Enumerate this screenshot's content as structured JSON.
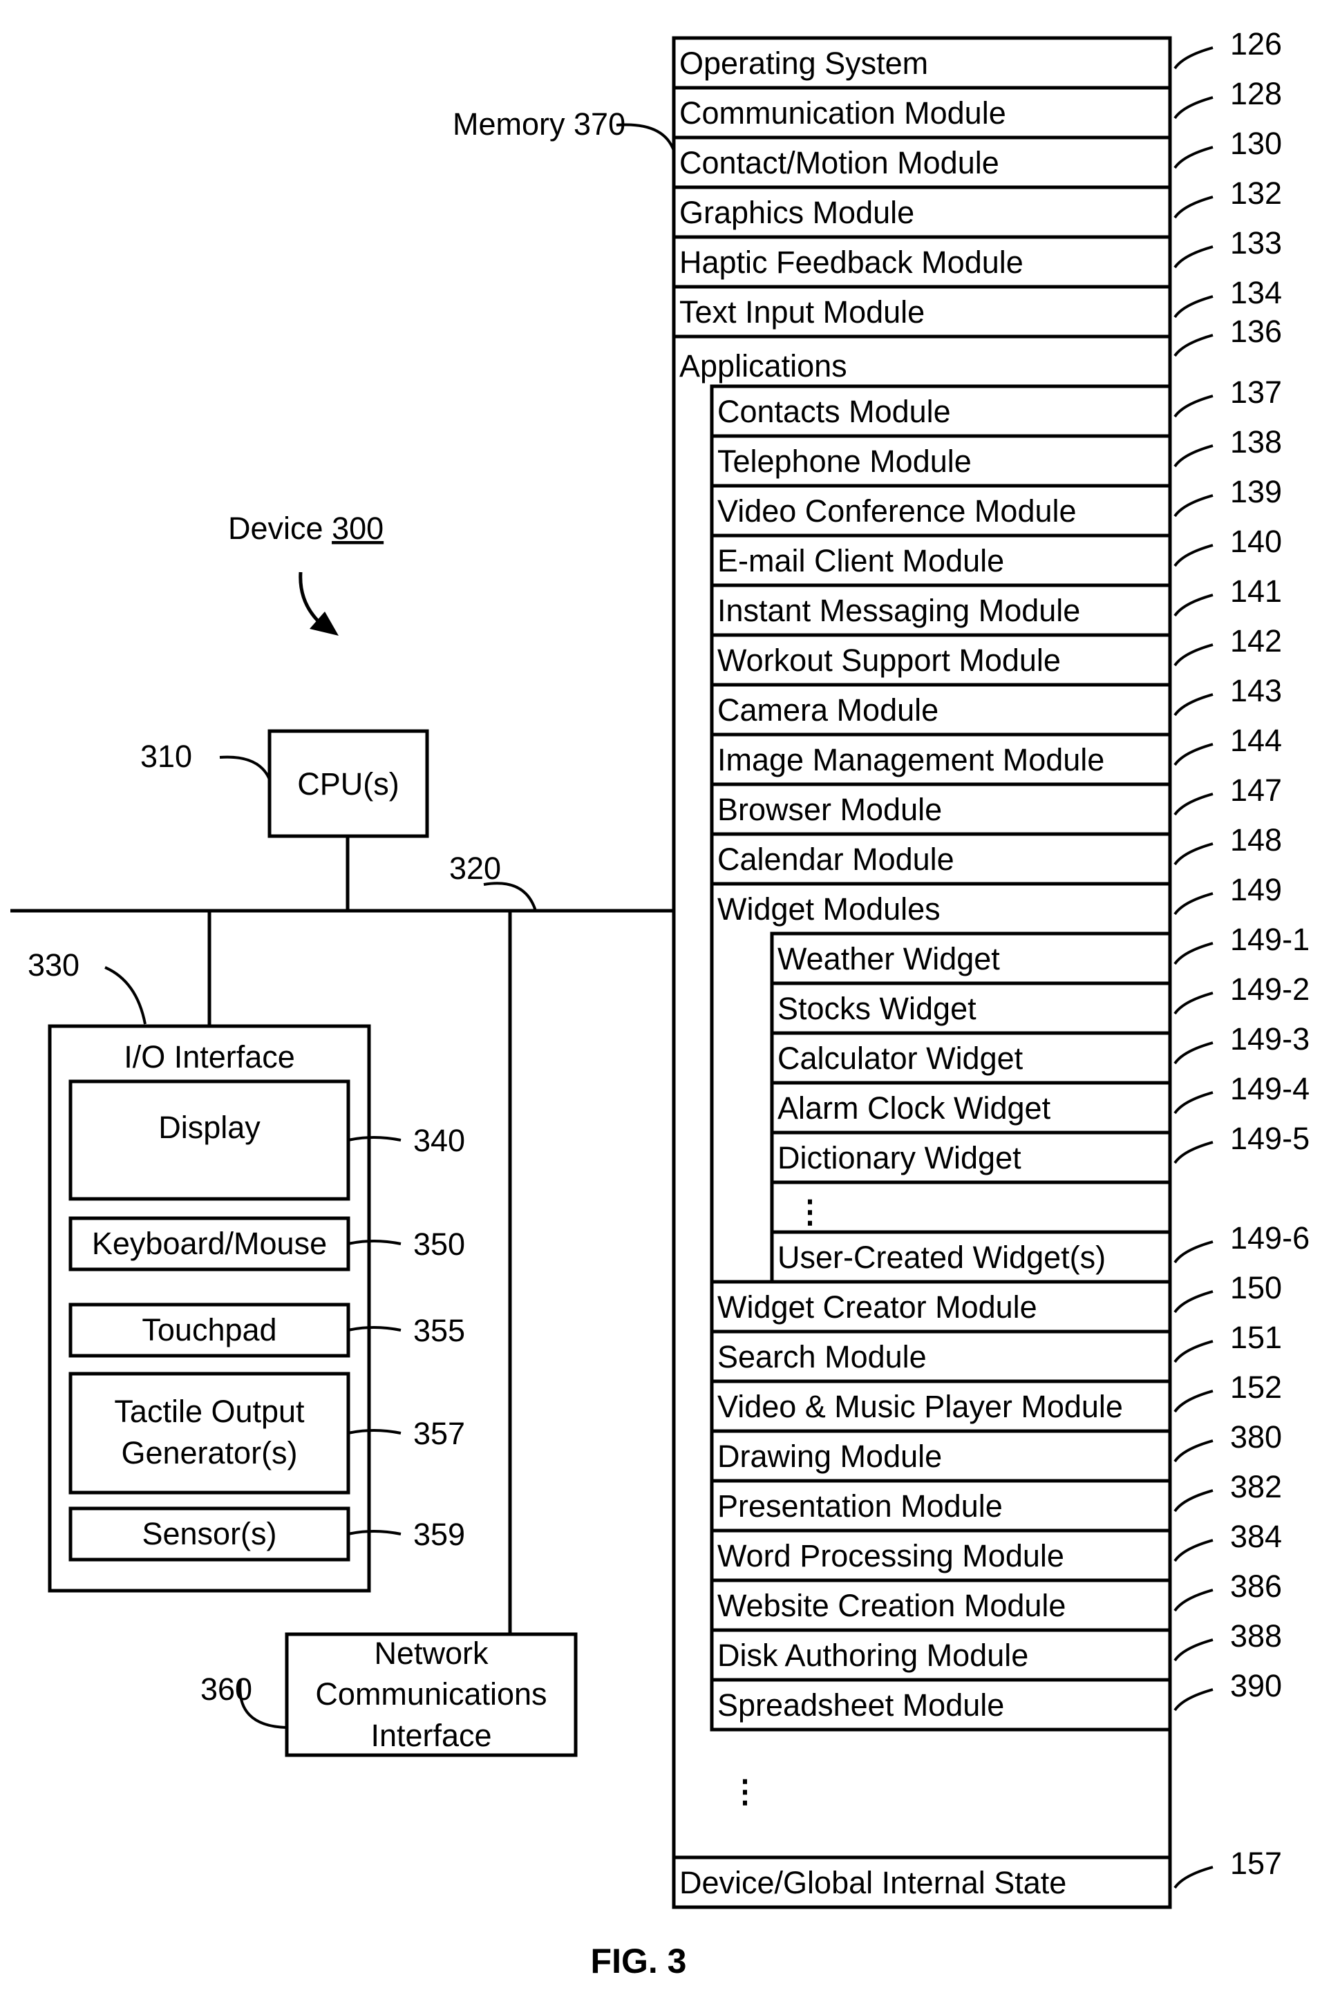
{
  "device_label": {
    "prefix": "Device ",
    "ref": "300"
  },
  "memory_label": "Memory 370",
  "cpu": {
    "label": "CPU(s)",
    "ref": "310"
  },
  "bus_ref": "320",
  "io_interface": {
    "label": "I/O Interface",
    "ref": "330",
    "items": [
      {
        "label": "Display",
        "ref": "340"
      },
      {
        "label": "Keyboard/Mouse",
        "ref": "350"
      },
      {
        "label": "Touchpad",
        "ref": "355"
      },
      {
        "label": "Tactile Output",
        "label2": "Generator(s)",
        "ref": "357"
      },
      {
        "label": "Sensor(s)",
        "ref": "359"
      }
    ]
  },
  "network": {
    "lines": [
      "Network",
      "Communications",
      "Interface"
    ],
    "ref": "360"
  },
  "memory_modules": [
    {
      "label": "Operating System",
      "ref": "126"
    },
    {
      "label": "Communication Module",
      "ref": "128"
    },
    {
      "label": "Contact/Motion Module",
      "ref": "130"
    },
    {
      "label": "Graphics Module",
      "ref": "132"
    },
    {
      "label": "Haptic Feedback Module",
      "ref": "133"
    },
    {
      "label": "Text Input Module",
      "ref": "134"
    }
  ],
  "applications": {
    "label": "Applications",
    "ref": "136",
    "modules": [
      {
        "label": "Contacts Module",
        "ref": "137"
      },
      {
        "label": "Telephone Module",
        "ref": "138"
      },
      {
        "label": "Video Conference Module",
        "ref": "139"
      },
      {
        "label": "E-mail Client Module",
        "ref": "140"
      },
      {
        "label": "Instant Messaging Module",
        "ref": "141"
      },
      {
        "label": "Workout Support Module",
        "ref": "142"
      },
      {
        "label": "Camera Module",
        "ref": "143"
      },
      {
        "label": "Image Management Module",
        "ref": "144"
      },
      {
        "label": "Browser Module",
        "ref": "147"
      },
      {
        "label": "Calendar Module",
        "ref": "148"
      }
    ],
    "widget_modules": {
      "label": "Widget Modules",
      "ref": "149",
      "widgets": [
        {
          "label": "Weather Widget",
          "ref": "149-1"
        },
        {
          "label": "Stocks Widget",
          "ref": "149-2"
        },
        {
          "label": "Calculator Widget",
          "ref": "149-3"
        },
        {
          "label": "Alarm Clock Widget",
          "ref": "149-4"
        },
        {
          "label": "Dictionary Widget",
          "ref": "149-5"
        }
      ],
      "ellipsis": "⋮",
      "user_created": {
        "label": "User-Created Widget(s)",
        "ref": "149-6"
      }
    },
    "more_modules": [
      {
        "label": "Widget Creator Module",
        "ref": "150"
      },
      {
        "label": "Search Module",
        "ref": "151"
      },
      {
        "label": "Video & Music Player Module",
        "ref": "152"
      },
      {
        "label": "Drawing Module",
        "ref": "380"
      },
      {
        "label": "Presentation Module",
        "ref": "382"
      },
      {
        "label": "Word Processing  Module",
        "ref": "384"
      },
      {
        "label": "Website Creation Module",
        "ref": "386"
      },
      {
        "label": "Disk Authoring Module",
        "ref": "388"
      },
      {
        "label": "Spreadsheet Module",
        "ref": "390"
      }
    ],
    "ellipsis": "⋮"
  },
  "device_state": {
    "label": "Device/Global Internal State",
    "ref": "157"
  },
  "caption": "FIG. 3"
}
